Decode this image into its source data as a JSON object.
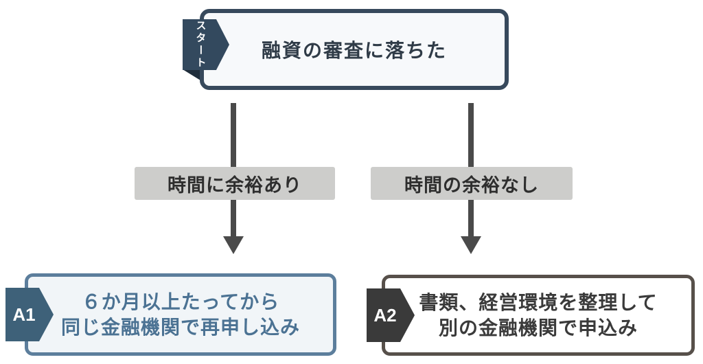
{
  "start": {
    "tag": "スタート",
    "label": "融資の審査に落ちた"
  },
  "branches": [
    {
      "condition": "時間に余裕あり",
      "tag": "A1",
      "result": [
        "６か月以上たってから",
        "同じ金融機関で再申し込み"
      ]
    },
    {
      "condition": "時間の余裕なし",
      "tag": "A2",
      "result": [
        "書類、経営環境を整理して",
        "別の金融機関で申込み"
      ]
    }
  ],
  "colors": {
    "navy_border": "#37495c",
    "navy_tag": "#33495e",
    "navy_fold": "#1f2d3b",
    "start_fill": "#f7f9fb",
    "arrow": "#4a4a4a",
    "condition_bg": "#cdcdcb",
    "a1_border": "#5c7e9c",
    "a1_fill": "#f1f5f8",
    "a1_text": "#4b7293",
    "a1_tag_bg": "#3e6179",
    "a2_border": "#57504a",
    "a2_fill": "#ffffff",
    "a2_text": "#3a3a3a",
    "a2_tag_bg": "#3a3a3a"
  }
}
